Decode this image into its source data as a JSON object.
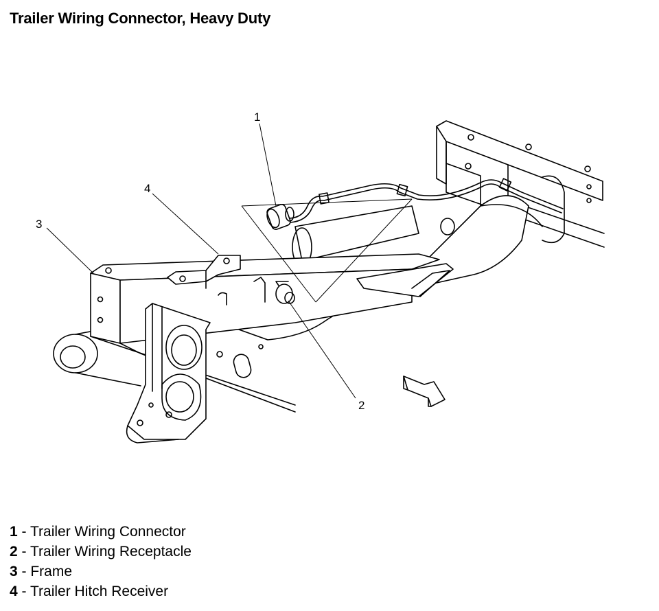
{
  "title": "Trailer Wiring Connector, Heavy Duty",
  "callouts": [
    {
      "label": "1"
    },
    {
      "label": "2"
    },
    {
      "label": "3"
    },
    {
      "label": "4"
    }
  ],
  "legend": [
    {
      "num": "1",
      "sep": " - ",
      "text": "Trailer Wiring Connector"
    },
    {
      "num": "2",
      "sep": " - ",
      "text": "Trailer Wiring Receptacle"
    },
    {
      "num": "3",
      "sep": " - ",
      "text": "Frame"
    },
    {
      "num": "4",
      "sep": " - ",
      "text": "Trailer Hitch Receiver"
    }
  ]
}
